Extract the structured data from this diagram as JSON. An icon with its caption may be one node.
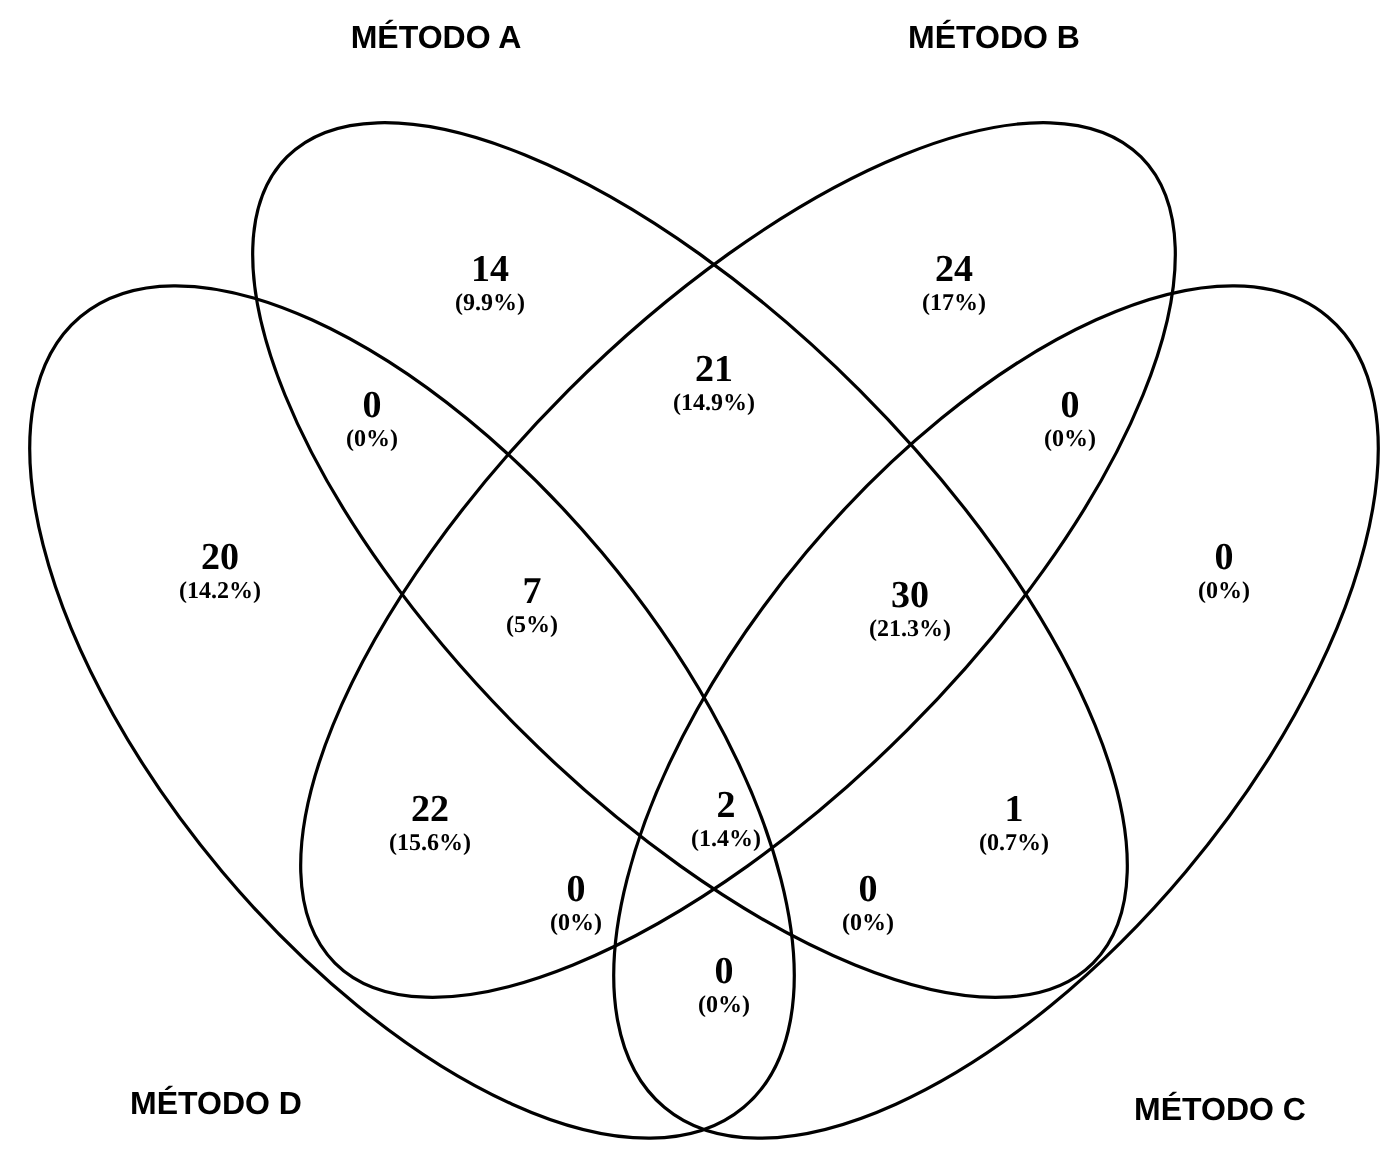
{
  "diagram": {
    "nodes": [
      {
        "text": [
          "MÉTODO A"
        ]
      },
      {
        "text": [
          "MÉTODO B"
        ]
      },
      {
        "text": [
          "MÉTODO D"
        ]
      },
      {
        "text": [
          "MÉTODO C"
        ]
      }
    ],
    "labels": [
      "14",
      "(9.9%)",
      "24",
      "(17%)",
      "21",
      "(14.9%)",
      "0",
      "(0%)",
      "0",
      "(0%)",
      "20",
      "(14.2%)",
      "7",
      "(5%)",
      "30",
      "(21.3%)",
      "0",
      "(0%)",
      "2",
      "(1.4%)",
      "22",
      "(15.6%)",
      "1",
      "(0.7%)",
      "0",
      "(0%)",
      "0",
      "(0%)",
      "0",
      "(0%)"
    ]
  }
}
